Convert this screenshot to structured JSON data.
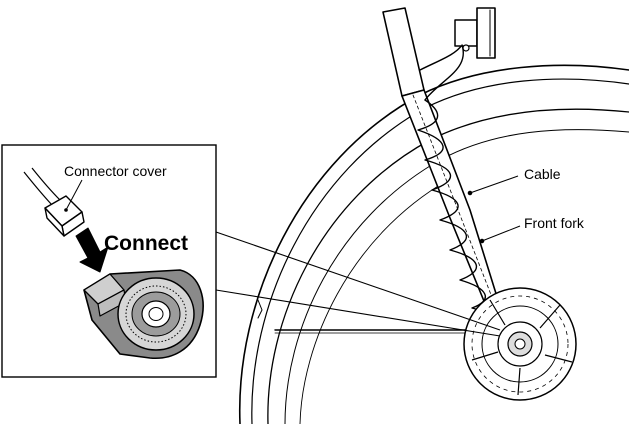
{
  "labels": {
    "connector_cover": "Connector cover",
    "connect": "Connect",
    "cable": "Cable",
    "front_fork": "Front fork"
  },
  "colors": {
    "line": "#000000",
    "fill_light": "#ffffff",
    "fill_gray": "#b8b8b8",
    "fill_dark": "#5a5a5a"
  }
}
